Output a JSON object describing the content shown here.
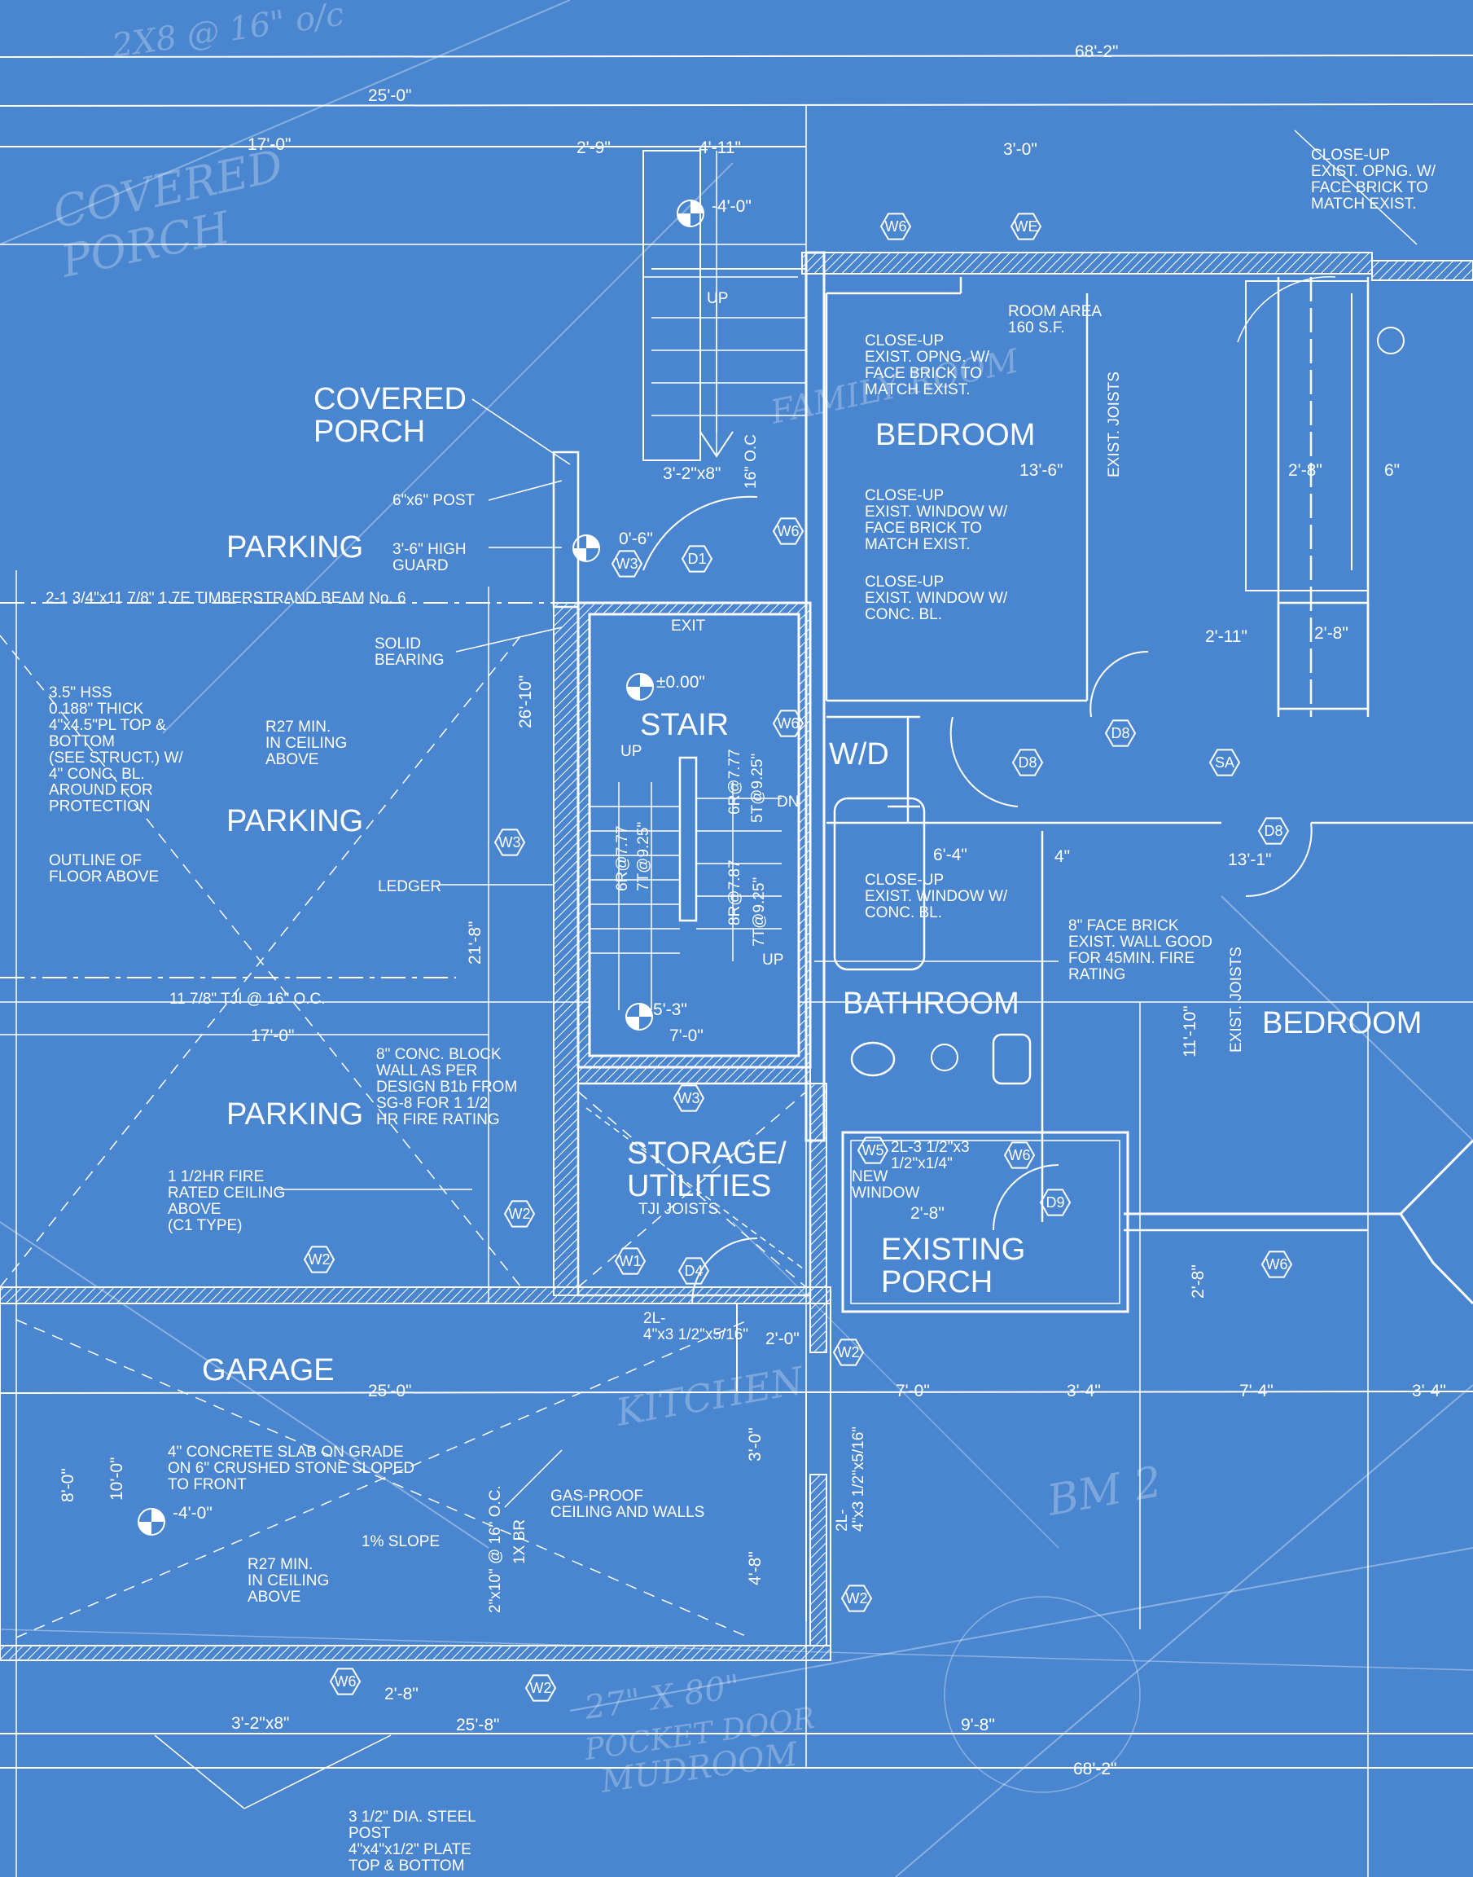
{
  "colors": {
    "background": "#4a86cf",
    "line": "#ffffff"
  },
  "rooms": {
    "covered_porch": "COVERED\nPORCH",
    "parking_1": "PARKING",
    "parking_2": "PARKING",
    "parking_3": "PARKING",
    "stair": "STAIR",
    "bedroom_1": "BEDROOM",
    "bedroom_2": "BEDROOM",
    "wd": "W/D",
    "bathroom": "BATHROOM",
    "storage": "STORAGE/\nUTILITIES",
    "existing_porch": "EXISTING\nPORCH",
    "garage": "GARAGE"
  },
  "dimensions": {
    "d_68_2_top": "68'-2\"",
    "d_25_0_top": "25'-0\"",
    "d_17_0_top": "17'-0\"",
    "d_2_9": "2'-9\"",
    "d_4_11": "4'-11\"",
    "d_3_0_top": "3'-0\"",
    "d_4_0_a": "-4'-0\"",
    "d_0_6": "0'-6\"",
    "d_3_2_x8": "3'-2\"x8\"",
    "d_13_6": "13'-6\"",
    "d_13_1": "13'-1\"",
    "d_2_11": "2'-11\"",
    "d_2_8_a": "2'-8\"",
    "d_2_8_b": "2'-8\"",
    "d_6_4": "6'-4\"",
    "d_4_in": "4\"",
    "d_6_in": "6\"",
    "d_5_3": "5'-3\"",
    "d_7_0_stair": "7'-0\"",
    "d_17_0_mid": "17'-0\"",
    "d_25_0_garage": "25'-0\"",
    "d_7_0_b": "7'-0\"",
    "d_3_4_a": "3'-4\"",
    "d_7_4": "7'-4\"",
    "d_3_4_b": "3'-4\"",
    "d_2_0": "2'-0\"",
    "d_4_0_b": "-4'-0\"",
    "d_2_8_porch": "2'-8\"",
    "d_2_8_bottom": "2'-8\"",
    "d_3_2_x8_b": "3'-2\"x8\"",
    "d_25_8": "25'-8\"",
    "d_9_8": "9'-8\"",
    "d_68_2_bottom": "68'-2\"",
    "d_26_10": "26'-10\"",
    "d_21_8": "21'-8\"",
    "d_11_10": "11'-10\"",
    "d_8_0": "8'-0\"",
    "d_10_0": "10'-0\"",
    "d_3_0_v": "3'-0\"",
    "d_4_8": "4'-8\"",
    "d_2_8_v": "2'-8\"",
    "elev": "±0.00\""
  },
  "notes": {
    "close_up_top": "CLOSE-UP\nEXIST. OPNG. W/\nFACE BRICK TO\nMATCH EXIST.",
    "room_area": "ROOM AREA\n160 S.F.",
    "close_up_opng": "CLOSE-UP\nEXIST. OPNG. W/\nFACE BRICK TO\nMATCH EXIST.",
    "close_up_window_face": "CLOSE-UP\nEXIST. WINDOW W/\nFACE BRICK TO\nMATCH EXIST.",
    "close_up_window_conc": "CLOSE-UP\nEXIST. WINDOW W/\nCONC. BL.",
    "close_up_window_conc_2": "CLOSE-UP\nEXIST. WINDOW W/\nCONC. BL.",
    "face_brick_wall": "8\" FACE BRICK\nEXIST. WALL GOOD\nFOR 45MIN. FIRE\nRATING",
    "post_6x6": "6\"x6\" POST",
    "guard": "3'-6\" HIGH\nGUARD",
    "beam": "2-1 3/4\"x11 7/8\" 1.7E TIMBERSTRAND BEAM No. 6",
    "solid_bearing": "SOLID\nBEARING",
    "hss": "3.5\" HSS\n0.188\" THICK\n4\"x4.5\"PL TOP &\nBOTTOM\n(SEE STRUCT.) W/\n4\" CONC. BL.\nAROUND FOR\nPROTECTION",
    "outline": "OUTLINE OF\nFLOOR ABOVE",
    "r27_a": "R27 MIN.\nIN CEILING\nABOVE",
    "ledger": "LEDGER",
    "tji": "11 7/8\" TJI @ 16\" O.C.",
    "conc_block": "8\" CONC. BLOCK\nWALL AS PER\nDESIGN B1b FROM\nSG-8 FOR 1 1/2\nHR FIRE RATING",
    "fire_ceiling": "1 1/2HR FIRE\nRATED CEILING\nABOVE\n(C1 TYPE)",
    "tji_joists": "TJI JOISTS",
    "lintel_a": "2L-\n4\"x3 1/2\"x5/16\"",
    "lintel_b": "2L-3 1/2\"x3\n1/2\"x1/4\"",
    "new_window": "NEW\nWINDOW",
    "slab": "4\" CONCRETE SLAB ON GRADE\nON 6\" CRUSHED STONE SLOPED\nTO FRONT",
    "gas_proof": "GAS-PROOF\nCEILING AND WALLS",
    "slope": "1% SLOPE",
    "r27_b": "R27 MIN.\nIN CEILING\nABOVE",
    "joists_v": "2\"x10\" @ 16\" O.C.",
    "br_1x": "1X BR",
    "lintel_v": "2L-\n4\"x3 1/2\"x5/16\"",
    "steel_post": "3 1/2\" DIA. STEEL\nPOST\n4\"x4\"x1/2\" PLATE\nTOP & BOTTOM",
    "exist_joists_1": "EXIST. JOISTS",
    "exist_joists_2": "EXIST. JOISTS",
    "up_1": "UP",
    "up_2": "UP",
    "up_3": "UP",
    "dn": "DN",
    "exit": "EXIT",
    "risers_a": "6R@7.77",
    "risers_b": "5T@9.25\"",
    "risers_c": "6R@7.77",
    "risers_d": "7T@9.25\"",
    "risers_e": "8R@7.87",
    "risers_f": "7T@9.25\"",
    "oc_16": "16\" O.C"
  },
  "tags": {
    "w6_a": "W6",
    "we": "WE",
    "w6_b": "W6",
    "w3_a": "W3",
    "d1": "D1",
    "w6_c": "W6",
    "w3_b": "W3",
    "d8_a": "D8",
    "d8_b": "D8",
    "sa": "SA",
    "d8_c": "D8",
    "w3_c": "W3",
    "w5": "W5",
    "w6_d": "W6",
    "d9": "D9",
    "w2_a": "W2",
    "w1": "W1",
    "d4": "D4",
    "w2_b": "W2",
    "w2_c": "W2",
    "w6_e": "W6",
    "w2_d": "W2",
    "w2_e": "W2",
    "w6_f": "W6"
  }
}
